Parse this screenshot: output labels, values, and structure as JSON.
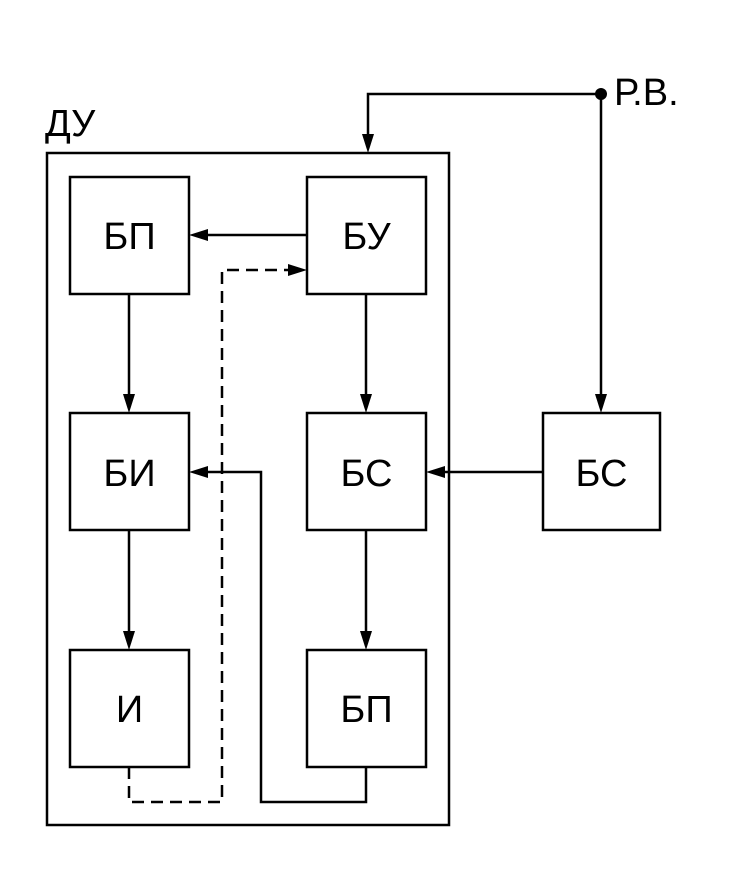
{
  "labels": {
    "container": "ДУ",
    "source": "Р.В.",
    "bp_top": "БП",
    "bu": "БУ",
    "bi": "БИ",
    "bs_inner": "БС",
    "bs_outer": "БС",
    "i": "И",
    "bp_bottom": "БП"
  }
}
